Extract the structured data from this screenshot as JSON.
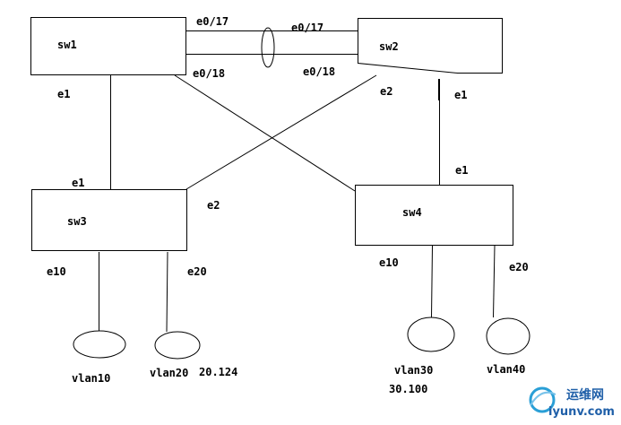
{
  "switches": {
    "sw1": "sw1",
    "sw2": "sw2",
    "sw3": "sw3",
    "sw4": "sw4"
  },
  "ports": {
    "sw1_e017": "e0/17",
    "sw1_e018": "e0/18",
    "sw2_e017": "e0/17",
    "sw2_e018": "e0/18",
    "sw1_e1": "e1",
    "sw2_e2": "e2",
    "sw2_e1": "e1",
    "sw3_e1": "e1",
    "sw3_e2": "e2",
    "sw4_e1": "e1",
    "sw3_e10": "e10",
    "sw3_e20": "e20",
    "sw4_e10": "e10",
    "sw4_e20": "e20"
  },
  "hosts": {
    "vlan10": "vlan10",
    "vlan20": "vlan20",
    "vlan30": "vlan30",
    "vlan40": "vlan40"
  },
  "addresses": {
    "vlan20_ip": "20.124",
    "vlan30_ip": "30.100"
  },
  "watermark": {
    "name": "运维网",
    "url": "iyunv.com",
    "color": "#1f5fa8"
  }
}
